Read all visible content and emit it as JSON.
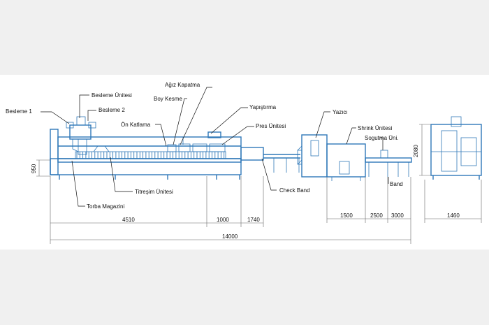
{
  "labels": {
    "besleme1": "Besleme  1",
    "besleme_unitesi": "Besleme Ünitesi",
    "besleme2": "Besleme 2",
    "agiz_kapatma": "Ağız Kapatma",
    "boy_kesme": "Boy Kesme",
    "on_katlama": "Ön Katlama",
    "yapistirma": "Yapıştırma",
    "pres_unitesi": "Pres Ünitesi",
    "yazici": "Yazıcı",
    "shrink_unitesi": "Shrink Ünitesi",
    "sogutma_uni": "Sogutma Üni.",
    "titresim_unitesi": "Titreşim Ünitesi",
    "torba_magazini": "Torba Magazini",
    "check_band": "Check Band",
    "band": "Band"
  },
  "dimensions": {
    "height_950": "950",
    "height_2080": "2080",
    "len_4510": "4510",
    "len_1000": "1000",
    "len_1740": "1740",
    "len_1500": "1500",
    "len_2500": "2500",
    "len_3000": "3000",
    "len_1460": "1460",
    "total_14000": "14000"
  },
  "colors": {
    "machine": "#2f78b8",
    "dimension": "#111111",
    "background": "#ffffff",
    "outer": "#f0f0f0"
  }
}
